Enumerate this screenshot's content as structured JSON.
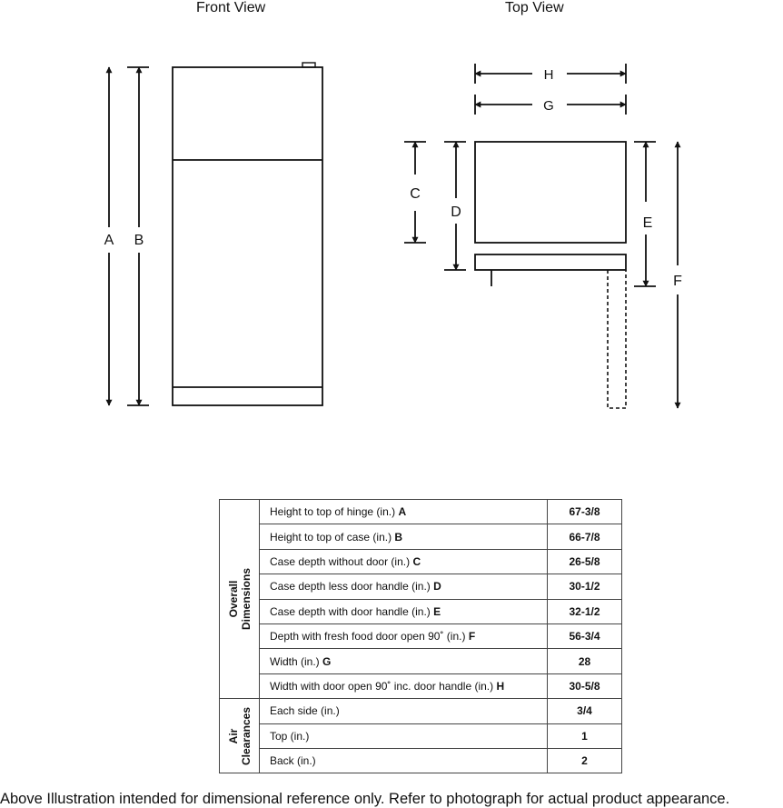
{
  "views": {
    "front_title": "Front View",
    "top_title": "Top View"
  },
  "dimension_letters": {
    "A": "A",
    "B": "B",
    "C": "C",
    "D": "D",
    "E": "E",
    "F": "F",
    "G": "G",
    "H": "H"
  },
  "table": {
    "groups": [
      {
        "name_line1": "Overall",
        "name_line2": "Dimensions"
      },
      {
        "name_line1": "Air",
        "name_line2": "Clearances"
      }
    ],
    "rows": [
      {
        "label": "Height to top of hinge (in.)",
        "letter": "A",
        "value": "67-3/8"
      },
      {
        "label": "Height to top of case (in.)",
        "letter": "B",
        "value": "66-7/8"
      },
      {
        "label": "Case depth without door (in.)",
        "letter": "C",
        "value": "26-5/8"
      },
      {
        "label": "Case depth less door handle (in.)",
        "letter": "D",
        "value": "30-1/2"
      },
      {
        "label": "Case depth with door handle (in.)",
        "letter": "E",
        "value": "32-1/2"
      },
      {
        "label": "Depth with fresh food door open 90˚ (in.)",
        "letter": "F",
        "value": "56-3/4"
      },
      {
        "label": "Width (in.)",
        "letter": "G",
        "value": "28"
      },
      {
        "label": "Width with door open 90˚ inc. door handle (in.)",
        "letter": "H",
        "value": "30-5/8"
      },
      {
        "label": "Each side (in.)",
        "letter": "",
        "value": "3/4"
      },
      {
        "label": "Top (in.)",
        "letter": "",
        "value": "1"
      },
      {
        "label": "Back (in.)",
        "letter": "",
        "value": "2"
      }
    ]
  },
  "footnote": "Above Illustration intended for dimensional reference only. Refer to photograph for actual product appearance."
}
